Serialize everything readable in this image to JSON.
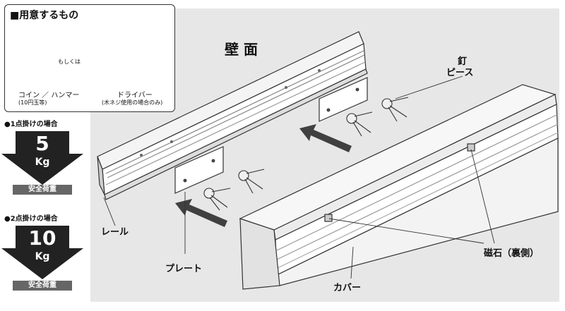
{
  "tools": {
    "title": "■用意するもの",
    "or_text": "もしくは",
    "coin_label": "コイン ／ ハンマー",
    "coin_sub": "(10円玉等)",
    "driver_label": "ドライバー",
    "driver_sub": "(木ネジ使用の場合のみ)"
  },
  "load1": {
    "title": "●1点掛けの場合",
    "value": "5",
    "unit": "Kg",
    "caption": "安全荷重"
  },
  "load2": {
    "title": "●2点掛けの場合",
    "value": "10",
    "unit": "Kg",
    "caption": "安全荷重"
  },
  "labels": {
    "wall": "壁 面",
    "nail_top": "釘",
    "nail_bottom": "ピース",
    "rail": "レール",
    "plate": "プレート",
    "magnet": "磁石（裏側）",
    "cover": "カバー"
  },
  "colors": {
    "arrow": "#404040",
    "wall": "#e7e7e7",
    "badge": "#666666"
  }
}
